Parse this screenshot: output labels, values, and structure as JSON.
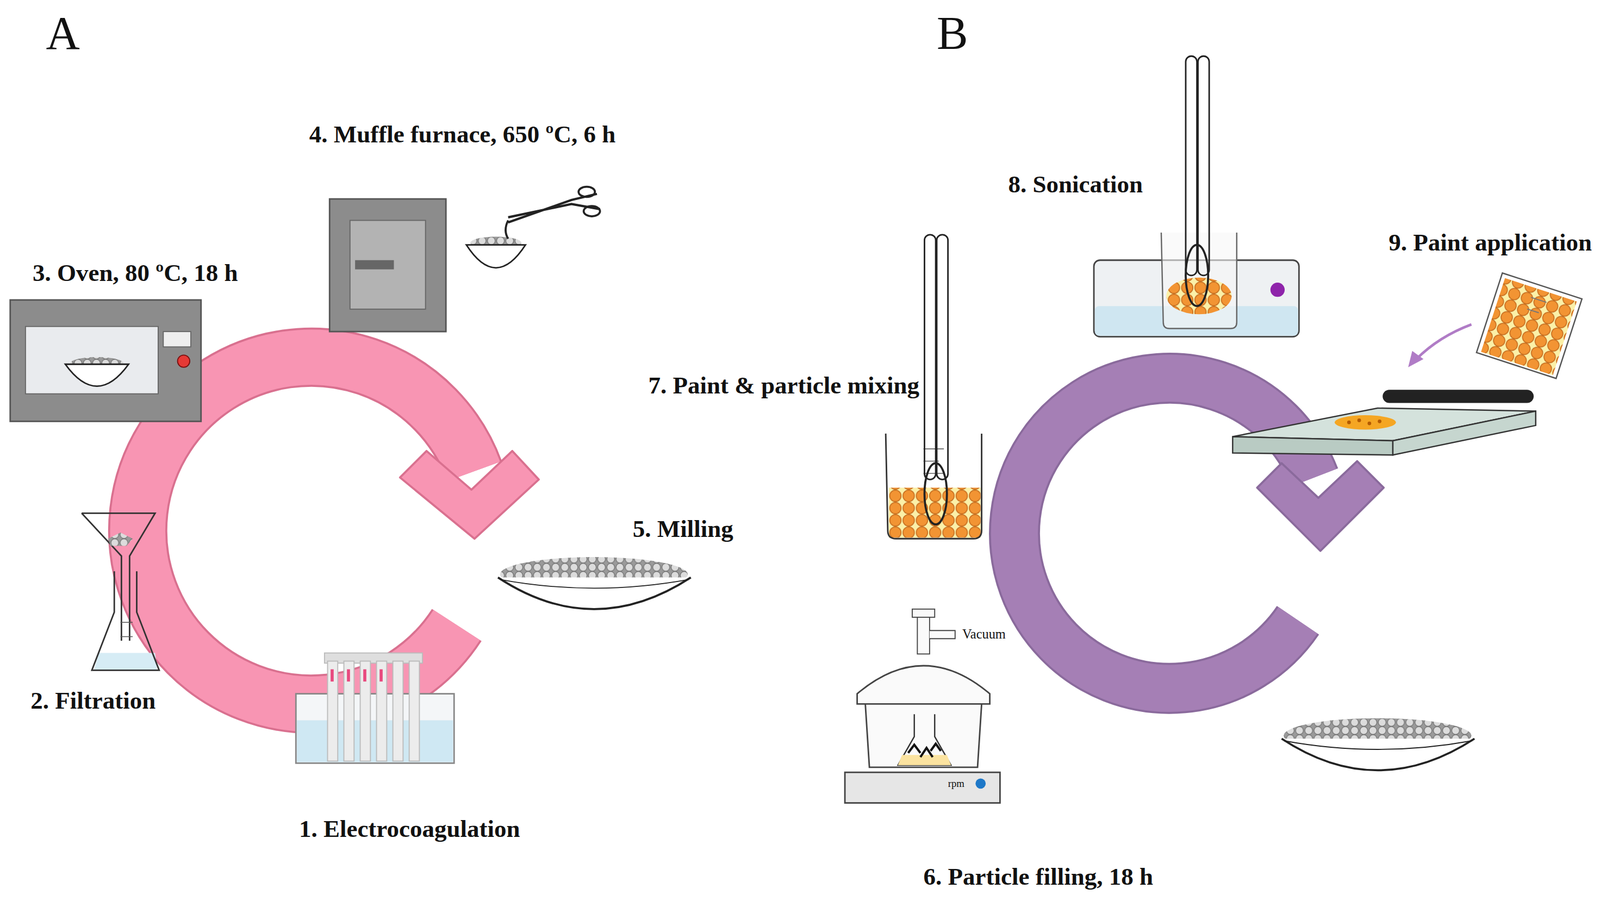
{
  "diagram": {
    "labels": [
      "A",
      "B",
      "1. Electrocoagulation",
      "2. Filtration",
      "3. Oven, 80 ºC, 18 h",
      "4. Muffle furnace, 650 ºC, 6 h",
      "5. Milling",
      "6. Particle filling, 18 h",
      "7. Paint & particle mixing",
      "8. Sonication",
      "9. Paint application",
      "Vacuum",
      "rpm"
    ]
  }
}
